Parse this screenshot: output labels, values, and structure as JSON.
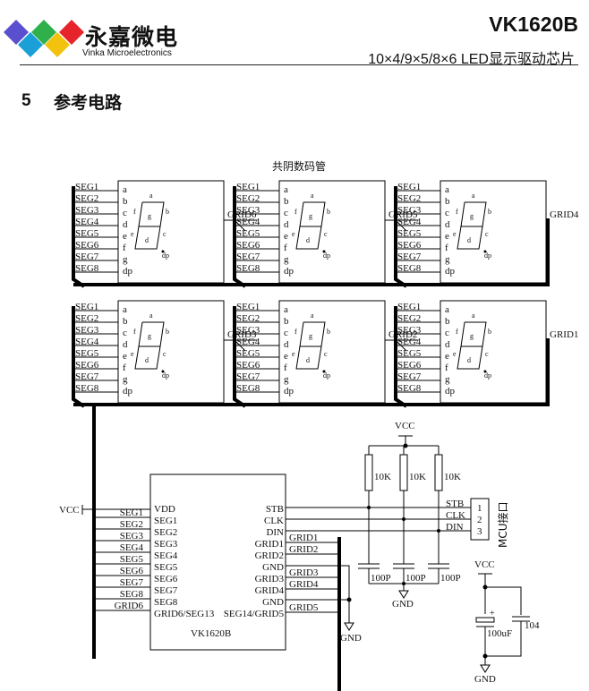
{
  "header": {
    "brand_cn": "永嘉微电",
    "brand_en": "Vinka Microelectronics",
    "logo_colors": [
      "#5a4fcf",
      "#1a9fd6",
      "#2fb04a",
      "#f2c20e",
      "#e5242c"
    ],
    "part_number": "VK1620B",
    "subtitle": "10×4/9×5/8×6  LED显示驱动芯片"
  },
  "section": {
    "number": "5",
    "title": "参考电路"
  },
  "diagram": {
    "display_title": "共阴数码管",
    "seg_labels": [
      "SEG1",
      "SEG2",
      "SEG3",
      "SEG4",
      "SEG5",
      "SEG6",
      "SEG7",
      "SEG8"
    ],
    "pin_labels": [
      "a",
      "b",
      "c",
      "d",
      "e",
      "f",
      "g",
      "dp"
    ],
    "segment_labels": {
      "a": "a",
      "b": "b",
      "c": "c",
      "d": "d",
      "e": "e",
      "f": "f",
      "g": "g",
      "dp": "dp"
    },
    "digits": [
      {
        "grid": "GRID6"
      },
      {
        "grid": "GRID5"
      },
      {
        "grid": "GRID4"
      },
      {
        "grid": "GRID3"
      },
      {
        "grid": "GRID2"
      },
      {
        "grid": "GRID1"
      }
    ],
    "chip": {
      "name": "VK1620B",
      "left_pins": [
        "VDD",
        "SEG1",
        "SEG2",
        "SEG3",
        "SEG4",
        "SEG5",
        "SEG6",
        "SEG7",
        "SEG8",
        "GRID6/SEG13"
      ],
      "right_pins": [
        "STB",
        "CLK",
        "DIN",
        "GRID1",
        "GRID2",
        "GND",
        "GRID3",
        "GRID4",
        "GND",
        "SEG14/GRID5"
      ],
      "left_net_labels": [
        "SEG1",
        "SEG2",
        "SEG3",
        "SEG4",
        "SEG5",
        "SEG6",
        "SEG7",
        "SEG8",
        "GRID6"
      ],
      "right_net_labels": [
        "GRID1",
        "GRID2",
        "GRID3",
        "GRID4",
        "GRID5"
      ]
    },
    "power": {
      "vcc": "VCC",
      "gnd": "GND"
    },
    "pullups": [
      "10K",
      "10K",
      "10K"
    ],
    "filter_caps": [
      "100P",
      "100P",
      "100P"
    ],
    "mcu": {
      "label": "MCU接口",
      "pins": [
        "1",
        "2",
        "3"
      ],
      "signals": [
        "STB",
        "CLK",
        "DIN"
      ]
    },
    "decoupling": {
      "electrolytic": "100uF",
      "ceramic": "104",
      "polarity": "+"
    }
  }
}
